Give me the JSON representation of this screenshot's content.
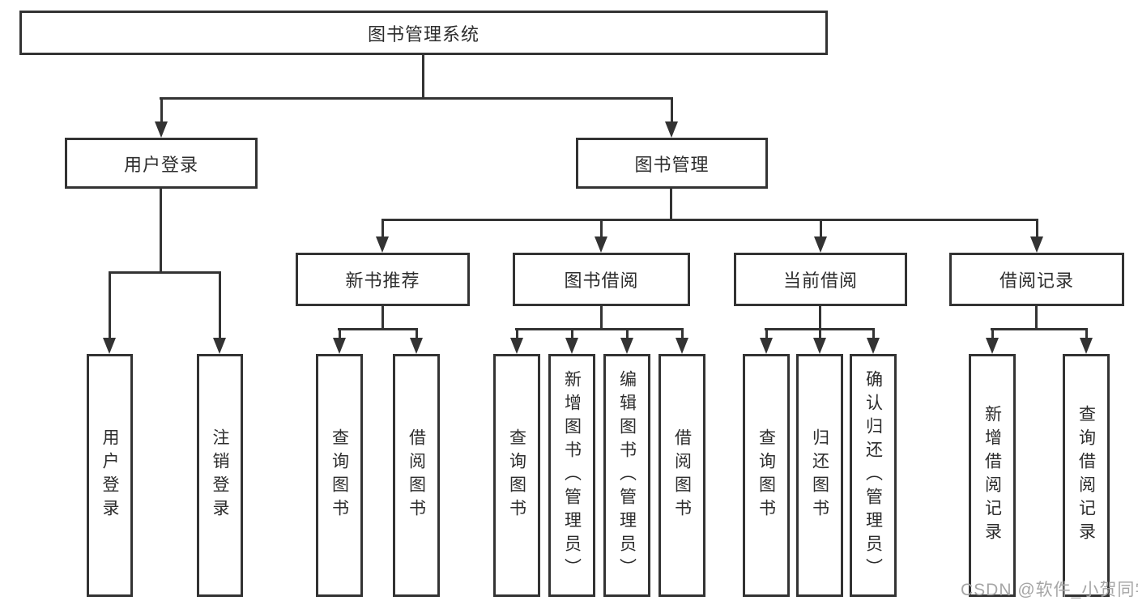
{
  "tree": {
    "root": "图书管理系统",
    "branches": [
      {
        "label": "用户登录",
        "leaves": [
          "用户登录",
          "注销登录"
        ]
      },
      {
        "label": "图书管理",
        "groups": [
          {
            "label": "新书推荐",
            "leaves": [
              "查询图书",
              "借阅图书"
            ]
          },
          {
            "label": "图书借阅",
            "leaves": [
              "查询图书",
              "新增图书（管理员）",
              "编辑图书（管理员）",
              "借阅图书"
            ]
          },
          {
            "label": "当前借阅",
            "leaves": [
              "查询图书",
              "归还图书",
              "确认归还（管理员）"
            ]
          },
          {
            "label": "借阅记录",
            "leaves": [
              "新增借阅记录",
              "查询借阅记录"
            ]
          }
        ]
      }
    ]
  },
  "watermark": "CSDN @软件_小贺同学",
  "colors": {
    "line": "#333333",
    "box_border": "#333333",
    "box_background": "#ffffff",
    "text": "#2d2d2d",
    "watermark": "#a6a6a6",
    "background": "#ffffff"
  }
}
